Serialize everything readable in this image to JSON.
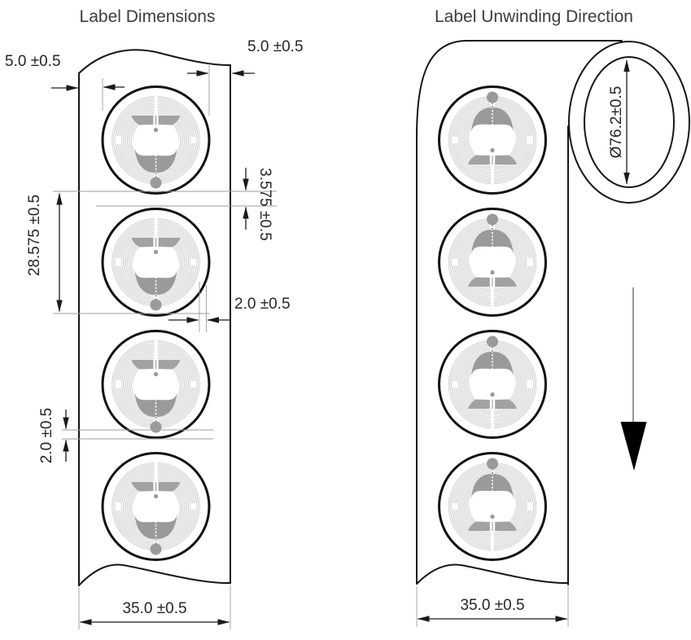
{
  "left_diagram": {
    "title": "Label Dimensions",
    "dimensions": {
      "edge_margin_left": "5.0 ±0.5",
      "edge_margin_right": "5.0 ±0.5",
      "label_gap": "3.575 ±0.5",
      "label_pitch": "28.575 ±0.5",
      "inlay_side_margin": "2.0 ±0.5",
      "inlay_bottom_margin": "2.0 ±0.5",
      "web_width": "35.0 ±0.5"
    }
  },
  "right_diagram": {
    "title": "Label Unwinding Direction",
    "dimensions": {
      "roll_diameter": "Ø76.2±0.5",
      "web_width": "35.0 ±0.5"
    }
  },
  "labels_per_strip": 4,
  "colors": {
    "line": "#161616",
    "dimension_text": "#262626",
    "coil": "#c9c9c9",
    "inlay_gray": "#9a9a9a",
    "extension_line": "#9e9e9e"
  }
}
